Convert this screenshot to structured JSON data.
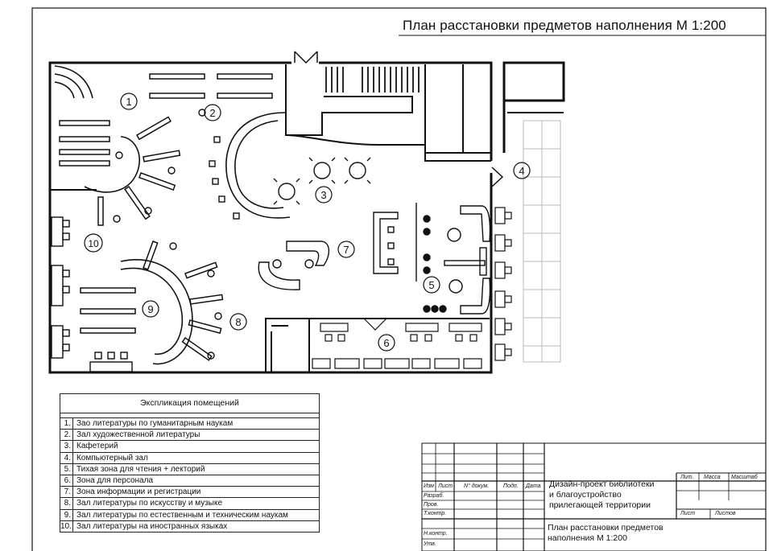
{
  "title": "План расстановки предметов наполнения М 1:200",
  "room_markers": [
    "1",
    "2",
    "3",
    "4",
    "5",
    "6",
    "7",
    "8",
    "9",
    "10"
  ],
  "explication": {
    "header": "Экспликация помещений",
    "rows": [
      {
        "num": "1.",
        "text": "Зао литературы по гуманитарным наукам"
      },
      {
        "num": "2.",
        "text": "Зал художественной литературы"
      },
      {
        "num": "3.",
        "text": "Кафетерий"
      },
      {
        "num": "4.",
        "text": "Компьютерный зал"
      },
      {
        "num": "5.",
        "text": "Тихая зона для чтения + лекторий"
      },
      {
        "num": "6.",
        "text": "Зона для персонала"
      },
      {
        "num": "7.",
        "text": "Зона информации и регистрации"
      },
      {
        "num": "8.",
        "text": "Зал литературы по искусству и музыке"
      },
      {
        "num": "9.",
        "text": "Зал литературы по естественным и техническим наукам"
      },
      {
        "num": "10.",
        "text": "Зал литературы на иностранных языках"
      }
    ]
  },
  "stamp": {
    "col_headers": [
      "Изм",
      "Лист",
      "N° докум.",
      "Подп.",
      "Дата"
    ],
    "left_rows": [
      "Разраб.",
      "Пров.",
      "Т.контр.",
      "Н.контр.",
      "Утв."
    ],
    "right_headers": [
      "Лит.",
      "Масса",
      "Масштаб"
    ],
    "sheet_labels": [
      "Лист",
      "Листов"
    ],
    "project_title": [
      "Дизайн-проект библиотеки",
      "и благоустройство",
      "прилегающей территории"
    ],
    "sheet_title": [
      "План расстановки предметов",
      "наполнения М 1:200"
    ]
  }
}
